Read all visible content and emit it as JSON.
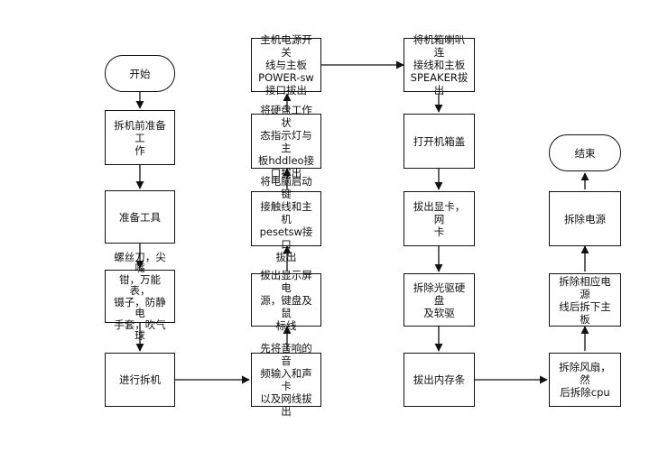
{
  "nodes": {
    "start": "开始",
    "prep": "拆机前准备工\n作",
    "tools": "准备工具",
    "toollist": "螺丝刀，尖嘴\n钳，万能表，\n镊子，防静电\n手套，吹气\n球",
    "disassemble": "进行拆机",
    "audio": "先将音响的音\n频输入和声卡\n以及网线拔出",
    "display": "拔出显示屏电\n源，键盘及鼠\n标线",
    "powersw": "将电脑启动键\n接触线和主机\npesetsw接口\n拔出",
    "hddled": "将硬盘工作状\n态指示灯与主\n板hddleo接\n口拔出",
    "powerbtn": "主机电源开关\n线与主板\nPOWER-sw\n接口拔出",
    "speaker": "将机箱喇叭连\n接线和主板\nSPEAKER拔\n出",
    "opencase": "打开机箱盖",
    "gpu": "拔出显卡，网\n卡",
    "drives": "拆除光驱硬盘\n及软驱",
    "ram": "拔出内存条",
    "cpu": "拆除风扇，然\n后拆除cpu",
    "cables": "拆除相应电源\n线后拆下主板",
    "psu": "拆除电源",
    "end": "结束"
  }
}
